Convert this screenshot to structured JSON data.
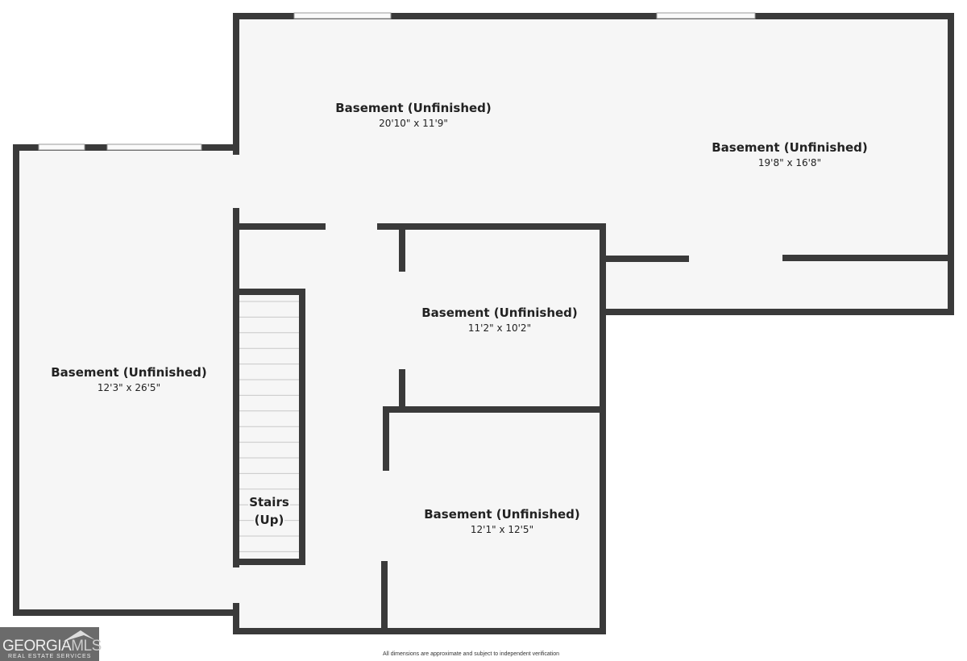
{
  "rooms": [
    {
      "name": "Basement (Unfinished)",
      "dims": "20'10\" x 11'9\""
    },
    {
      "name": "Basement (Unfinished)",
      "dims": "19'8\" x 16'8\""
    },
    {
      "name": "Basement (Unfinished)",
      "dims": "11'2\" x 10'2\""
    },
    {
      "name": "Basement (Unfinished)",
      "dims": "12'3\" x 26'5\""
    },
    {
      "name": "Basement (Unfinished)",
      "dims": "12'1\" x 12'5\""
    }
  ],
  "stairs": {
    "line1": "Stairs",
    "line2": "(Up)"
  },
  "disclaimer": "All dimensions are approximate and subject to independent verification",
  "logo": {
    "main": "GEORGIA",
    "accent": "MLS",
    "sub": "REAL ESTATE SERVICES"
  },
  "colors": {
    "wall": "#3a3a3a",
    "floor": "#f6f6f6"
  }
}
